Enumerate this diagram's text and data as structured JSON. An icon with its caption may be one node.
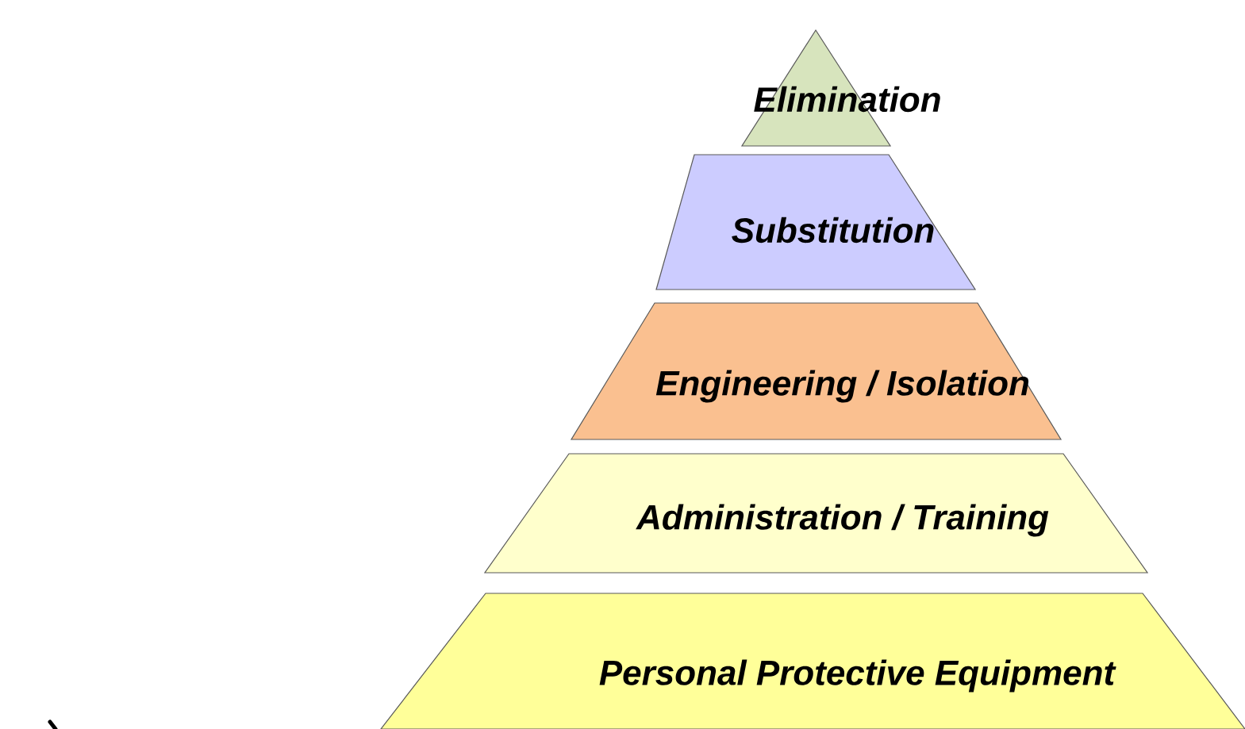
{
  "diagram": {
    "nodes": [
      {
        "text": [
          "Elimination"
        ]
      },
      {
        "text": [
          "Substitution"
        ]
      },
      {
        "text": [
          "Engineering / Isolation"
        ]
      },
      {
        "text": [
          "Administration / Training"
        ]
      },
      {
        "text": [
          "Personal Protective Equipment"
        ]
      }
    ]
  }
}
